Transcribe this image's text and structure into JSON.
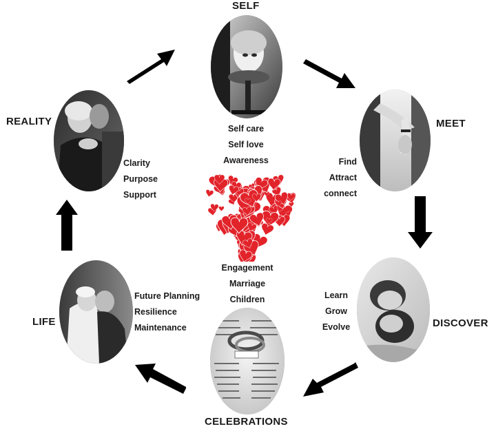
{
  "stages": {
    "self": {
      "title": "SELF",
      "items": [
        "Self care",
        "Self love",
        "Awareness"
      ],
      "image": "woman-with-mirror-photo"
    },
    "meet": {
      "title": "MEET",
      "items": [
        "Find",
        "Attract",
        "connect"
      ],
      "image": "holding-hands-photo"
    },
    "discover": {
      "title": "DISCOVER",
      "items": [
        "Learn",
        "Grow",
        "Evolve"
      ],
      "image": "couple-close-photo"
    },
    "celebrations": {
      "title": "CELEBRATIONS",
      "items": [
        "Engagement",
        "Marriage",
        "Children"
      ],
      "image": "rings-on-dictionary-photo"
    },
    "life": {
      "title": "LIFE",
      "items": [
        "Future Planning",
        "Resilience",
        "Maintenance"
      ],
      "image": "couple-dancing-photo"
    },
    "reality": {
      "title": "REALITY",
      "items": [
        "Clarity",
        "Purpose",
        "Support"
      ],
      "image": "couple-embracing-photo"
    }
  },
  "center": {
    "icon": "heart-of-hearts-icon",
    "color": "#e2232a"
  },
  "arrow_color": "#000000",
  "photo_tone": "grayscale"
}
